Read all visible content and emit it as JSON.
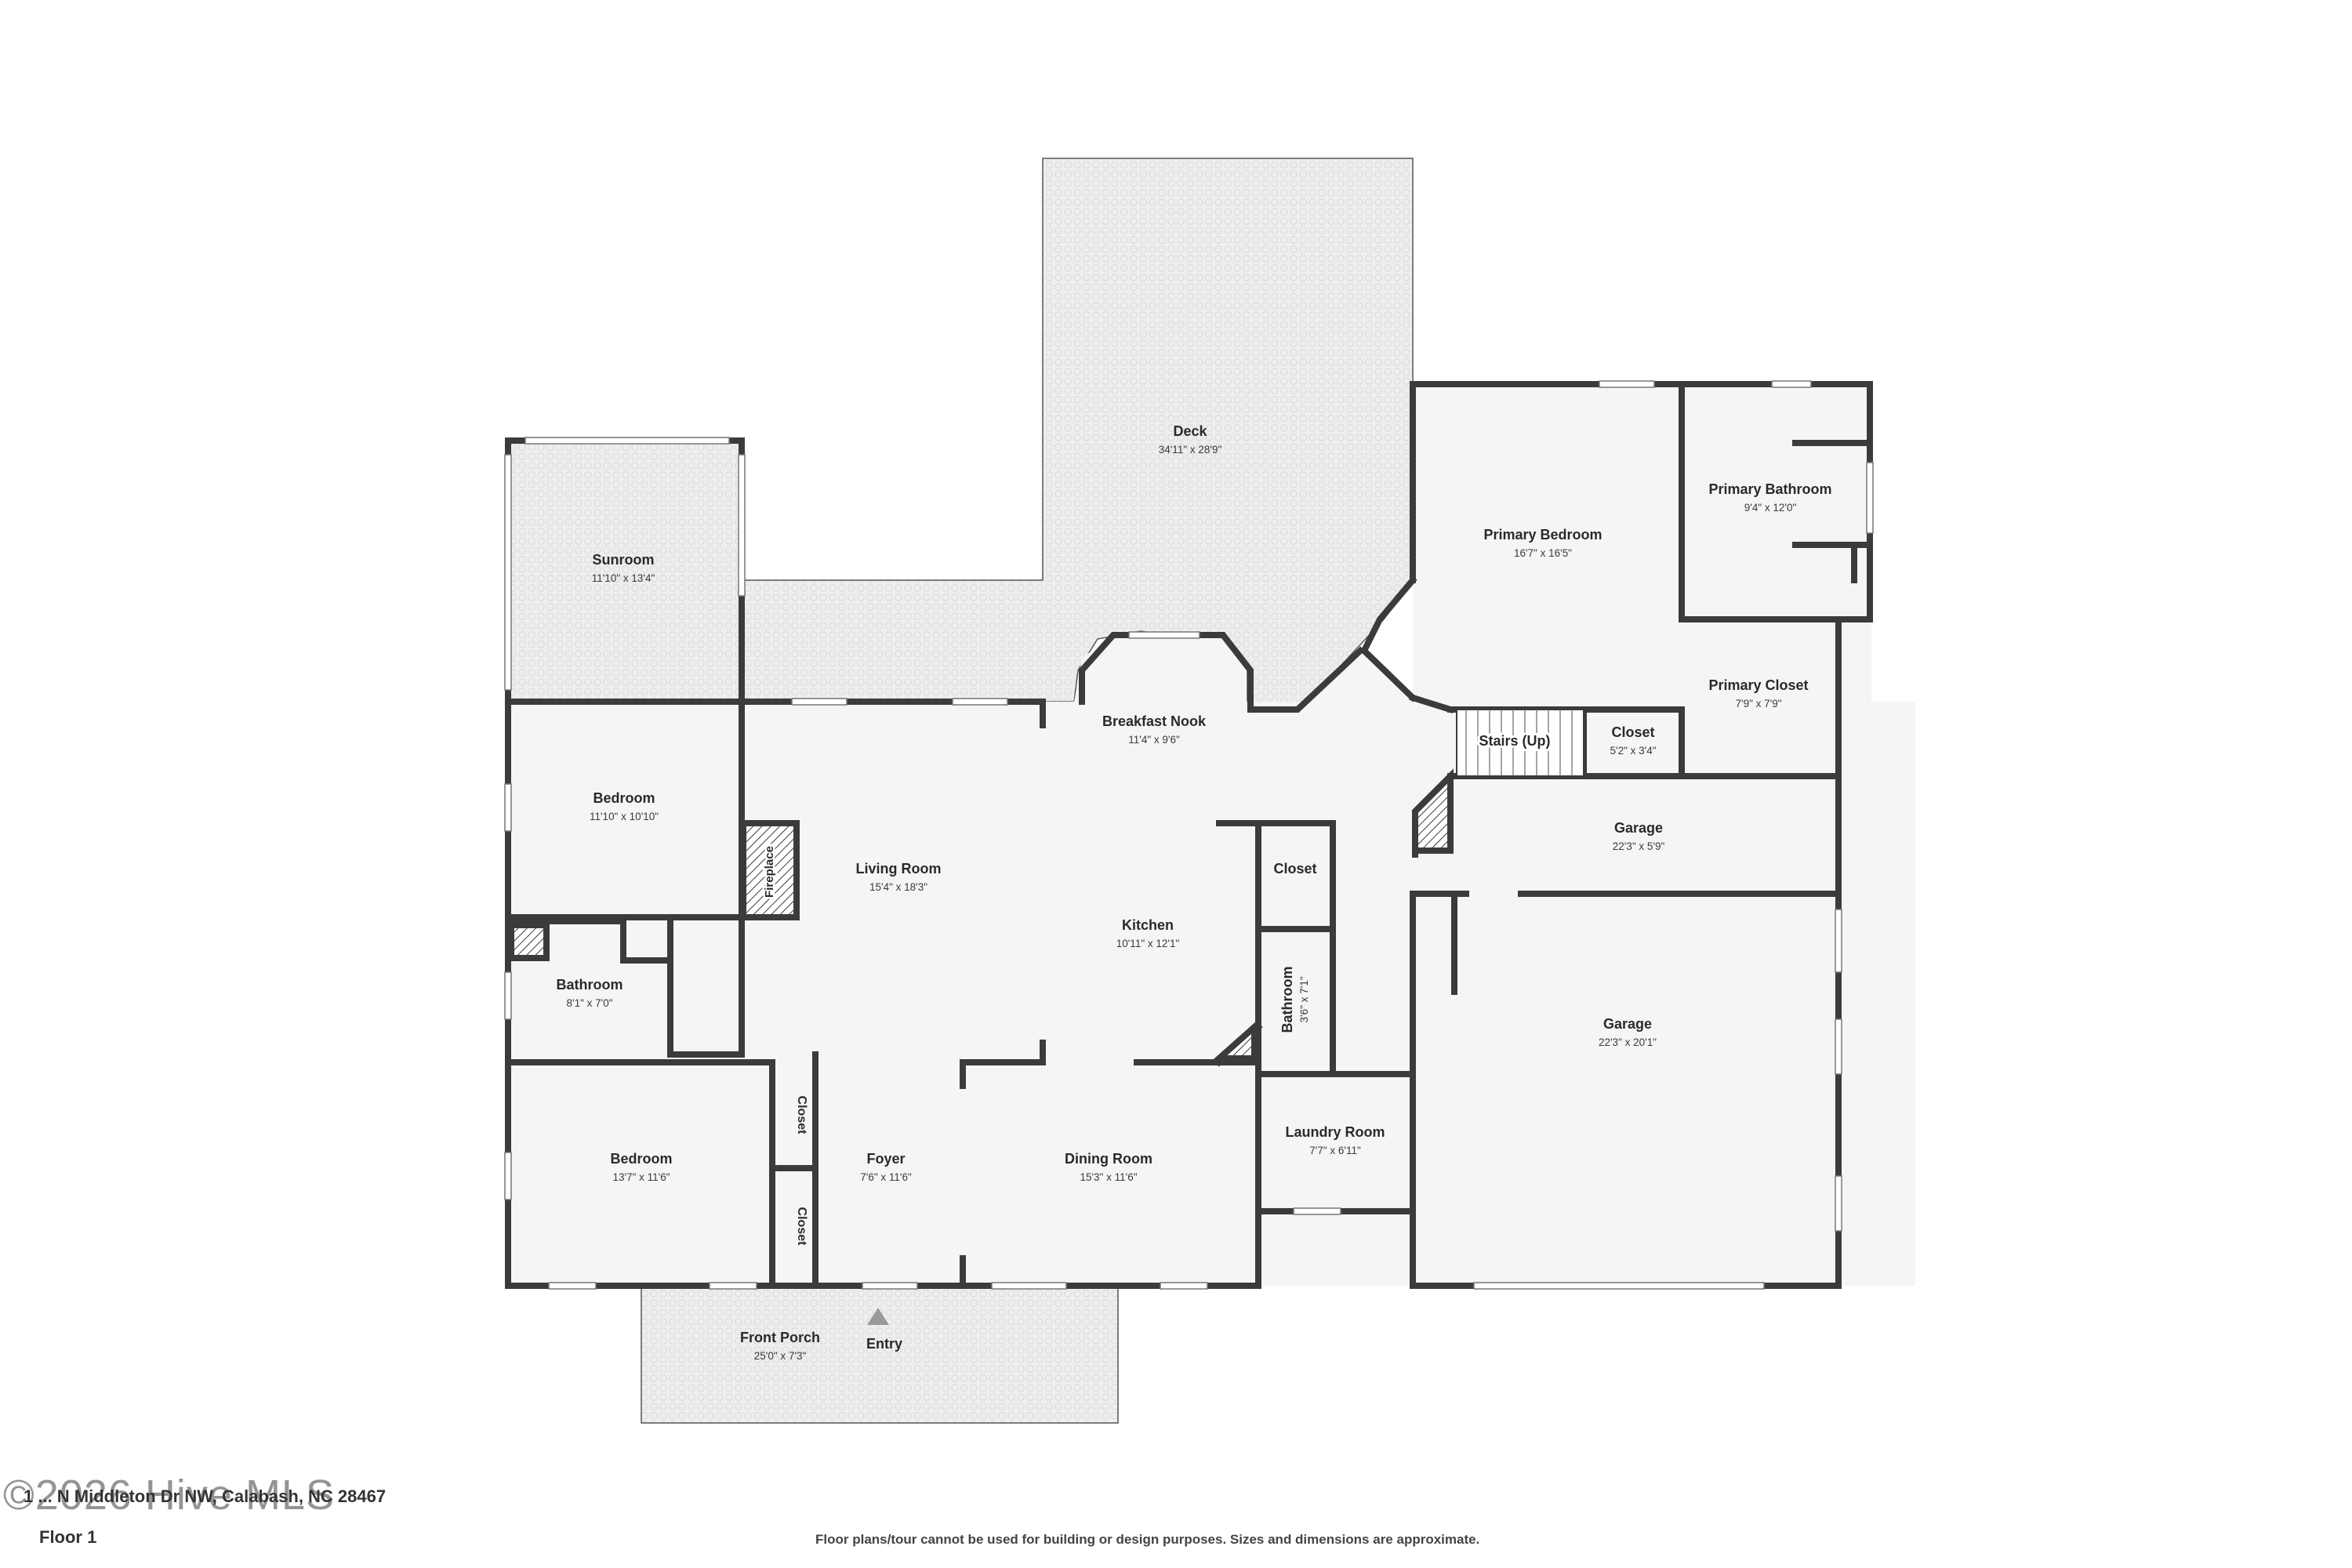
{
  "rooms": {
    "deck": {
      "name": "Deck",
      "dim": "34'11\" x 28'9\""
    },
    "sunroom": {
      "name": "Sunroom",
      "dim": "11'10\" x 13'4\""
    },
    "primary_bedroom": {
      "name": "Primary Bedroom",
      "dim": "16'7\" x 16'5\""
    },
    "primary_bathroom": {
      "name": "Primary Bathroom",
      "dim": "9'4\" x 12'0\""
    },
    "primary_closet": {
      "name": "Primary Closet",
      "dim": "7'9\" x 7'9\""
    },
    "breakfast_nook": {
      "name": "Breakfast Nook",
      "dim": "11'4\" x 9'6\""
    },
    "stairs": {
      "name": "Stairs (Up)"
    },
    "closet_small": {
      "name": "Closet",
      "dim": "5'2\" x 3'4\""
    },
    "bedroom_upper": {
      "name": "Bedroom",
      "dim": "11'10\" x 10'10\""
    },
    "fireplace": {
      "name": "Fireplace"
    },
    "living_room": {
      "name": "Living Room",
      "dim": "15'4\" x 18'3\""
    },
    "closet_kitchen": {
      "name": "Closet"
    },
    "garage_upper": {
      "name": "Garage",
      "dim": "22'3\" x 5'9\""
    },
    "kitchen": {
      "name": "Kitchen",
      "dim": "10'11\" x 12'1\""
    },
    "bathroom_left": {
      "name": "Bathroom",
      "dim": "8'1\" x 7'0\""
    },
    "bathroom_mid": {
      "name": "Bathroom",
      "dim": "3'6\" x 7'1\""
    },
    "garage_main": {
      "name": "Garage",
      "dim": "22'3\" x 20'1\""
    },
    "laundry": {
      "name": "Laundry Room",
      "dim": "7'7\" x 6'11\""
    },
    "bedroom_lower": {
      "name": "Bedroom",
      "dim": "13'7\" x 11'6\""
    },
    "foyer": {
      "name": "Foyer",
      "dim": "7'6\" x 11'6\""
    },
    "dining_room": {
      "name": "Dining Room",
      "dim": "15'3\" x 11'6\""
    },
    "closet_hall_1": {
      "name": "Closet"
    },
    "closet_hall_2": {
      "name": "Closet"
    },
    "front_porch": {
      "name": "Front Porch",
      "dim": "25'0\" x 7'3\""
    },
    "entry": {
      "name": "Entry"
    }
  },
  "footer": {
    "address": "1 ... N Middleton Dr NW, Calabash, NC 28467",
    "watermark": "©2026 Hive MLS",
    "floor": "Floor 1",
    "disclaimer": "Floor plans/tour cannot be used for building or design purposes. Sizes and dimensions are approximate."
  },
  "colors": {
    "wall": "#3b3b3b",
    "floor": "#f5f5f5",
    "outdoor": "#ebebeb",
    "window": "#ffffff"
  }
}
